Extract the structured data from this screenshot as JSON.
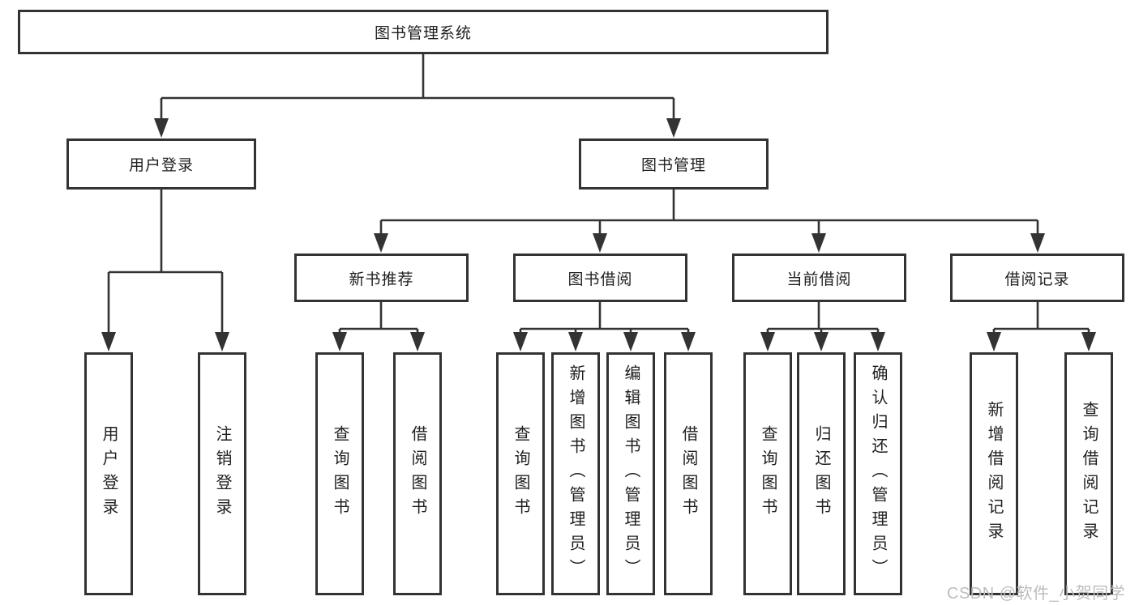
{
  "diagram_title": "图书管理系统",
  "tree": {
    "root": {
      "label": "图书管理系统"
    },
    "children": [
      {
        "label": "用户登录",
        "children": [
          {
            "label": "用户登录"
          },
          {
            "label": "注销登录"
          }
        ]
      },
      {
        "label": "图书管理",
        "children": [
          {
            "label": "新书推荐",
            "children": [
              {
                "label": "查询图书"
              },
              {
                "label": "借阅图书"
              }
            ]
          },
          {
            "label": "图书借阅",
            "children": [
              {
                "label": "查询图书"
              },
              {
                "label": "新增图书（管理员）"
              },
              {
                "label": "编辑图书（管理员）"
              },
              {
                "label": "借阅图书"
              }
            ]
          },
          {
            "label": "当前借阅",
            "children": [
              {
                "label": "查询图书"
              },
              {
                "label": "归还图书"
              },
              {
                "label": "确认归还（管理员）"
              }
            ]
          },
          {
            "label": "借阅记录",
            "children": [
              {
                "label": "新增借阅记录"
              },
              {
                "label": "查询借阅记录"
              }
            ]
          }
        ]
      }
    ]
  },
  "watermark": "CSDN @软件_小贺同学",
  "colors": {
    "line": "#333333",
    "box_border": "#333333",
    "box_background": "#ffffff",
    "text": "#1f1f1f",
    "watermark": "#c0bbbb",
    "background": "#ffffff"
  }
}
